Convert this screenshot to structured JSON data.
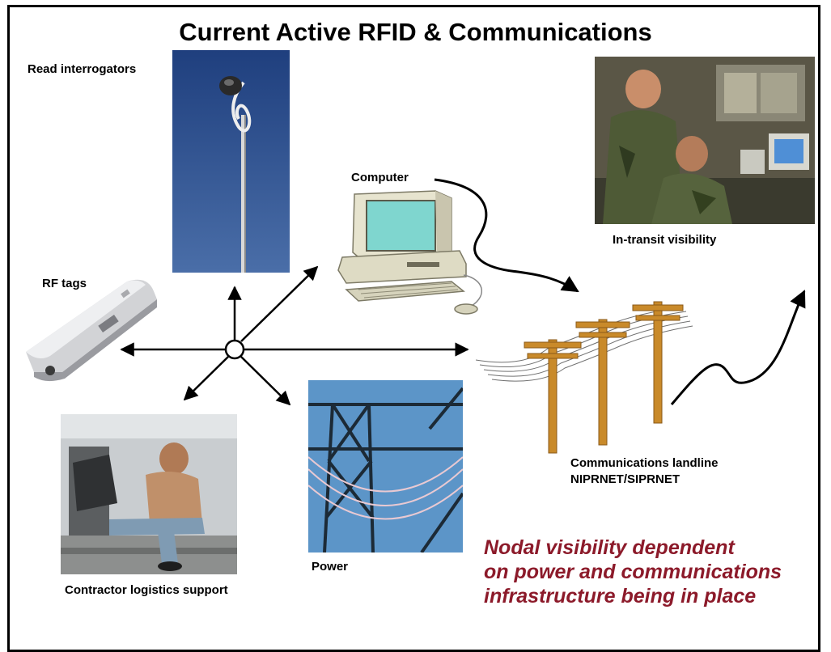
{
  "title": "Current Active RFID & Communications",
  "labels": {
    "read_interrogators": "Read interrogators",
    "computer": "Computer",
    "in_transit": "In-transit visibility",
    "rf_tags": "RF tags",
    "landline_line1": "Communications landline",
    "landline_line2": "NIPRNET/SIPRNET",
    "power": "Power",
    "contractor": "Contractor logistics support"
  },
  "note": {
    "line1": "Nodal visibility dependent",
    "line2": "on power and communications",
    "line3": "infrastructure being in place"
  },
  "colors": {
    "note": "#8c1a2a",
    "sky": "#2c4a86",
    "pole": "#c98a2a",
    "screen": "#7fd6cf"
  }
}
